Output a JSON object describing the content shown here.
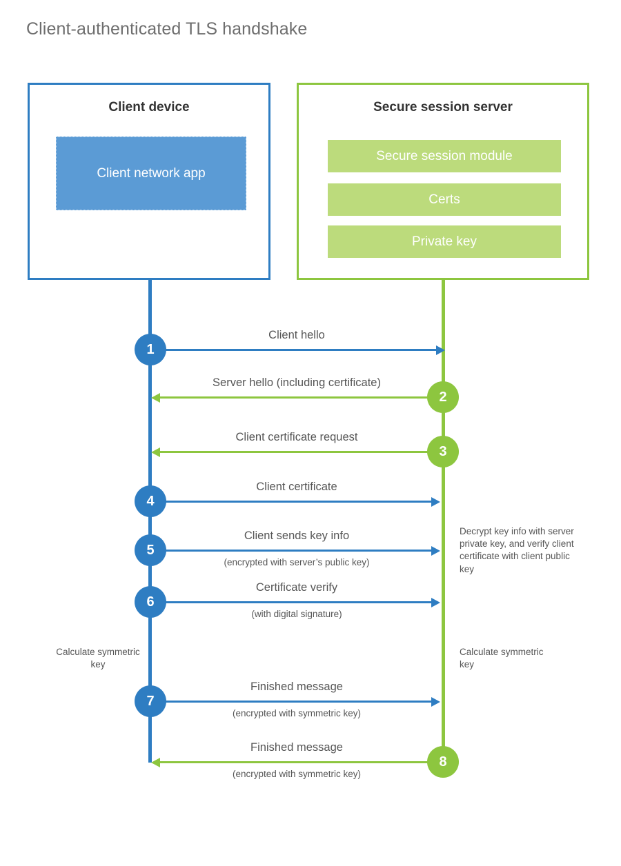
{
  "title": "Client-authenticated TLS handshake",
  "actors": {
    "client": {
      "title": "Client device",
      "app_label": "Client network app",
      "border_color": "#2E7DC2",
      "app_color": "#5B9BD5"
    },
    "server": {
      "title": "Secure session server",
      "border_color": "#8DC63F",
      "module_color": "#BCDB7C",
      "modules": [
        {
          "label": "Secure session module"
        },
        {
          "label": "Certs"
        },
        {
          "label": "Private key"
        }
      ]
    }
  },
  "steps": [
    {
      "number": "1",
      "label": "Client hello",
      "sublabel": "",
      "direction": "client-to-server",
      "color": "#2E7DC2"
    },
    {
      "number": "2",
      "label": "Server hello (including certificate)",
      "sublabel": "",
      "direction": "server-to-client",
      "color": "#8DC63F"
    },
    {
      "number": "3",
      "label": "Client certificate request",
      "sublabel": "",
      "direction": "server-to-client",
      "color": "#8DC63F"
    },
    {
      "number": "4",
      "label": "Client certificate",
      "sublabel": "",
      "direction": "client-to-server",
      "color": "#2E7DC2"
    },
    {
      "number": "5",
      "label": "Client sends key info",
      "sublabel": "(encrypted with server’s public key)",
      "direction": "client-to-server",
      "color": "#2E7DC2"
    },
    {
      "number": "6",
      "label": "Certificate verify",
      "sublabel": "(with digital signature)",
      "direction": "client-to-server",
      "color": "#2E7DC2"
    },
    {
      "number": "7",
      "label": "Finished message",
      "sublabel": "(encrypted with symmetric key)",
      "direction": "client-to-server",
      "color": "#2E7DC2"
    },
    {
      "number": "8",
      "label": "Finished message",
      "sublabel": "(encrypted with symmetric key)",
      "direction": "server-to-client",
      "color": "#8DC63F"
    }
  ],
  "notes": {
    "decrypt": "Decrypt key info with server private key, and verify client certificate with client public key",
    "calculate_client": "Calculate symmetric key",
    "calculate_server": "Calculate symmetric key"
  }
}
